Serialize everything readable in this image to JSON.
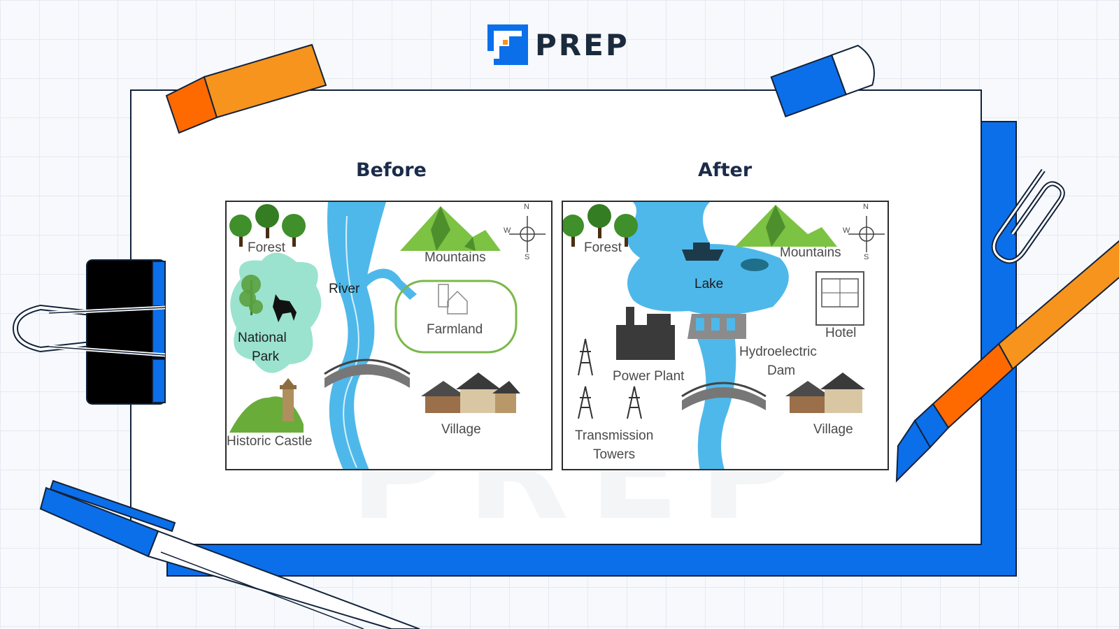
{
  "brand": {
    "name": "PREP",
    "icon": "prep-logo-icon"
  },
  "watermark": "PREP",
  "colors": {
    "accent": "#0b6fea",
    "orange": "#f7941d",
    "river": "#4fb8ea",
    "grass": "#7cc243",
    "ink": "#12223a"
  },
  "maps": {
    "before": {
      "title": "Before",
      "labels": {
        "forest": "Forest",
        "mountains": "Mountains",
        "river": "River",
        "national_park_line1": "National",
        "national_park_line2": "Park",
        "farmland": "Farmland",
        "historic_castle": "Historic Castle",
        "village": "Village"
      },
      "compass": {
        "n": "N",
        "w": "W",
        "s": "S"
      }
    },
    "after": {
      "title": "After",
      "labels": {
        "forest": "Forest",
        "mountains": "Mountains",
        "lake": "Lake",
        "hotel": "Hotel",
        "hydroelectric_dam_line1": "Hydroelectric",
        "hydroelectric_dam_line2": "Dam",
        "power_plant": "Power Plant",
        "transmission_towers_line1": "Transmission",
        "transmission_towers_line2": "Towers",
        "village": "Village"
      },
      "compass": {
        "n": "N",
        "w": "W",
        "s": "S"
      }
    }
  }
}
